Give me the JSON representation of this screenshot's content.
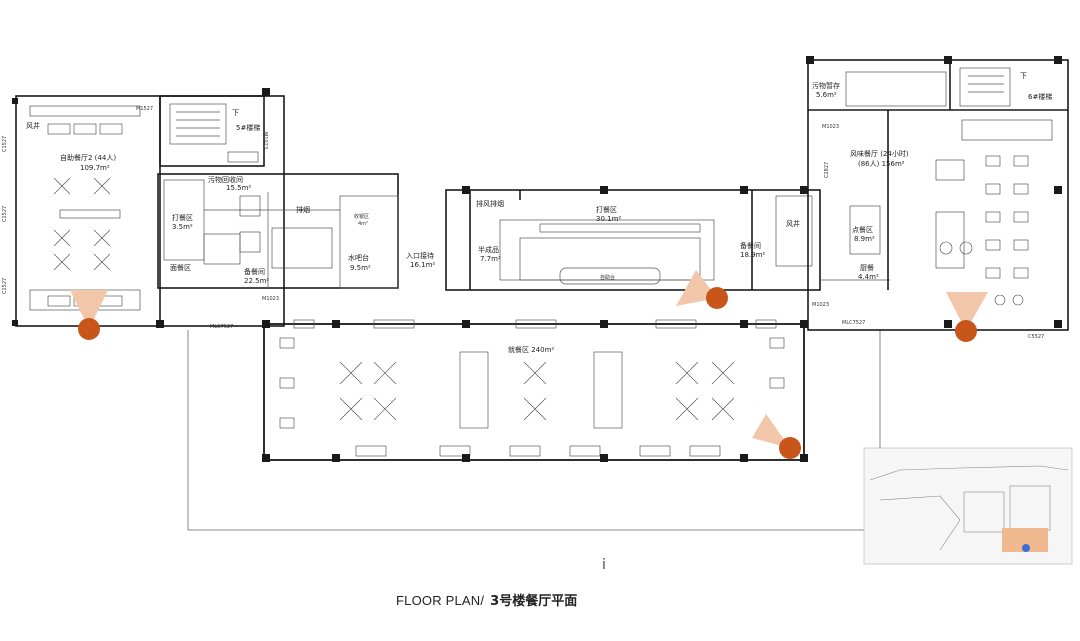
{
  "caption": {
    "en": "FLOOR PLAN/",
    "cn": "3号楼餐厅平面"
  },
  "north_mark": "i",
  "colors": {
    "marker": "#c8561a",
    "cone": "#f2c6a8",
    "wall": "#1a1a1a",
    "line": "#555555",
    "site_highlight": "#f0b98f"
  },
  "rooms": {
    "wind_shaft_left": "风井",
    "buffet2_name": "自助餐厅2 (44人)",
    "buffet2_area": "109.7m²",
    "stair_5": "5#楼梯",
    "dirty_dish": "污物回收间",
    "dirty_dish_area": "15.5m²",
    "serving_left": "打餐区",
    "serving_left_area": "3.5m²",
    "exhaust_left": "排烟",
    "dish_area": "面餐区",
    "prep_left": "备餐间",
    "prep_left_area": "22.5m²",
    "cashier": "收银区",
    "cashier_area": "4m²",
    "water_bar": "水吧台",
    "water_bar_area": "9.5m²",
    "entrance": "入口接待",
    "entrance_area": "16.1m²",
    "exhaust_mid": "排风排烟",
    "semi_finished": "半成品",
    "semi_finished_area": "7.7m²",
    "serving_main": "打餐区",
    "serving_main_area": "30.1m²",
    "self_service": "自助台",
    "prep_right": "备餐间",
    "prep_right_area": "18.9m²",
    "wind_shaft_right": "风井",
    "buffet_counter": "点餐区",
    "buffet_counter_area": "8.9m²",
    "kitchen_small": "厨餐",
    "kitchen_small_area": "4.4m²",
    "dirty_store": "污物暂存",
    "dirty_store_area": "5.6m²",
    "stair_6": "6#楼梯",
    "flavor_restaurant": "风味餐厅 (24小时)",
    "flavor_restaurant_detail": "(86人) 156m²",
    "dining_main": "就餐区  240m²",
    "stair_down_left": "下",
    "stair_down_right": "下"
  },
  "door_codes": [
    "M1527",
    "C1527",
    "C1527",
    "C1527",
    "M1023",
    "MLC7527",
    "M1023",
    "MLC7527",
    "M1023",
    "C2827",
    "C5527",
    "M1023"
  ]
}
